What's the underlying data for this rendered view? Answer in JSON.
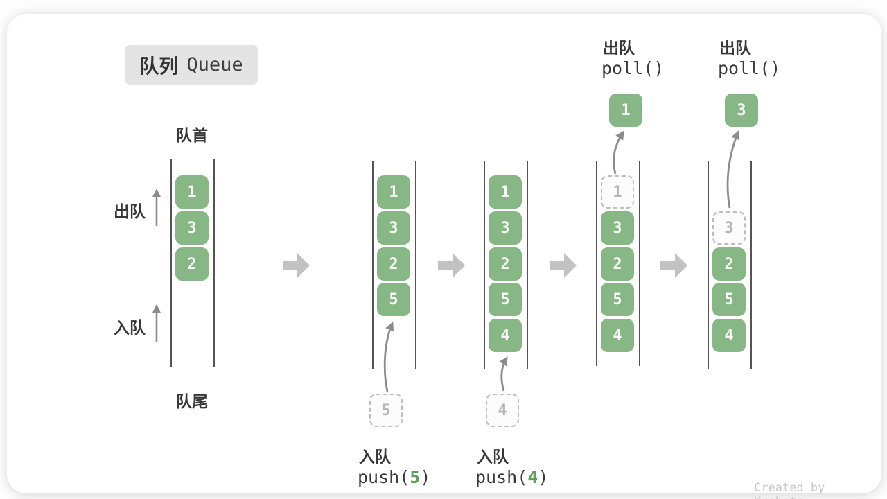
{
  "title": {
    "zh": "队列",
    "en": "Queue"
  },
  "labels": {
    "head": "队首",
    "tail": "队尾",
    "dequeue_side": "出队",
    "enqueue_side": "入队"
  },
  "operations": {
    "enqueue5": {
      "label": "入队",
      "fn": "push(",
      "arg": "5",
      "close": ")"
    },
    "enqueue4": {
      "label": "入队",
      "fn": "push(",
      "arg": "4",
      "close": ")"
    },
    "dequeue1": {
      "label": "出队",
      "fn": "poll()"
    },
    "dequeue2": {
      "label": "出队",
      "fn": "poll()"
    }
  },
  "queue_states": [
    {
      "cells": [
        "1",
        "3",
        "2"
      ]
    },
    {
      "cells": [
        "1",
        "3",
        "2",
        "5"
      ],
      "enqueued": "5"
    },
    {
      "cells": [
        "1",
        "3",
        "2",
        "5",
        "4"
      ],
      "enqueued": "4"
    },
    {
      "removed": "1",
      "cells": [
        "3",
        "2",
        "5",
        "4"
      ],
      "polled": "1"
    },
    {
      "removed": "3",
      "cells": [
        "2",
        "5",
        "4"
      ],
      "polled": "3"
    }
  ],
  "watermark": "Created by Krahets",
  "colors": {
    "cell_green": "#86b785",
    "cell_text": "#f8f8f8",
    "ghost_border": "#bdbdbd",
    "ghost_text": "#b5b5b5",
    "arg_green": "#5d9f5b",
    "thin_arrow": "#8c8c8c",
    "block_arrow": "#c2c2c2",
    "text_dark": "#383838",
    "chip_bg": "#e4e4e4"
  }
}
